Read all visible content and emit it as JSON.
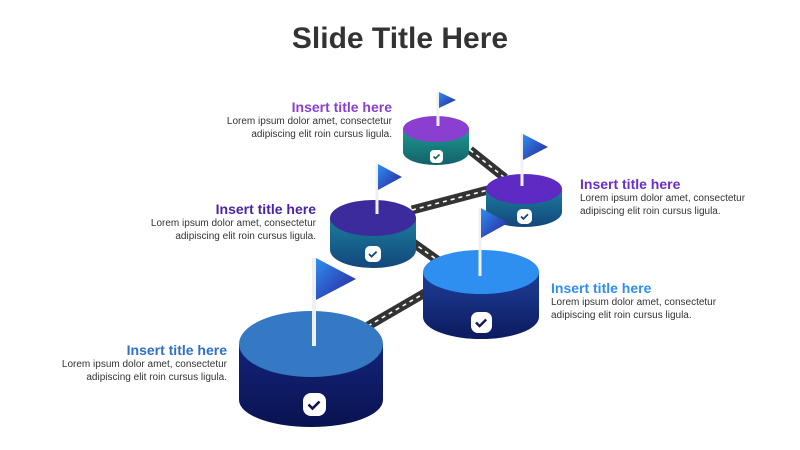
{
  "slide": {
    "title": "Slide Title Here"
  },
  "items": [
    {
      "title": "Insert title here",
      "body": "Lorem ipsum dolor amet, consectetur adipiscing elit roin cursus ligula.",
      "title_color": "#8a3fd0"
    },
    {
      "title": "Insert title here",
      "body": "Lorem ipsum dolor amet, consectetur adipiscing elit roin cursus ligula.",
      "title_color": "#6a2fc8"
    },
    {
      "title": "Insert title here",
      "body": "Lorem ipsum dolor amet, consectetur adipiscing elit roin cursus ligula.",
      "title_color": "#4a22a8"
    },
    {
      "title": "Insert title here",
      "body": "Lorem ipsum dolor amet, consectetur adipiscing elit roin cursus ligula.",
      "title_color": "#2f8ff0"
    },
    {
      "title": "Insert title here",
      "body": "Lorem ipsum dolor amet, consectetur adipiscing elit roin cursus ligula.",
      "title_color": "#2f6fc8"
    }
  ],
  "icons": {
    "marker": "check-badge-icon",
    "flag": "flag-icon"
  },
  "colors": {
    "purple": "#8a3fd0",
    "violet": "#6a2fc8",
    "indigo": "#4a22a8",
    "sky": "#2f8ff0",
    "blue": "#2f6fc8",
    "navy": "#0d1a5e",
    "teal": "#1a8f8a",
    "road": "#333333"
  }
}
